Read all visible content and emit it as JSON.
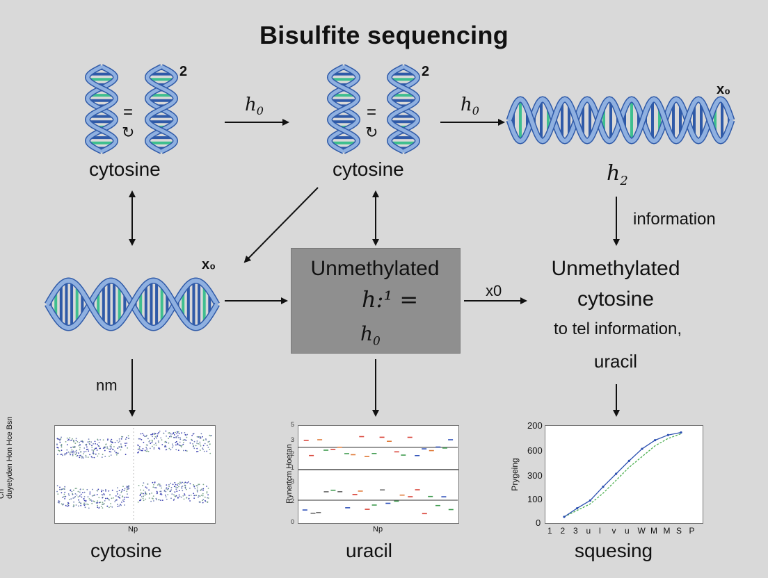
{
  "title": "Bisulfite sequencing",
  "top_left": {
    "label": "cytosine",
    "eq": "=",
    "sup": "2"
  },
  "top_mid": {
    "label": "cytosine",
    "eq": "=",
    "sup": "2"
  },
  "top_right": {
    "corner": "x₀",
    "below": "h",
    "below_sub": "2"
  },
  "arrows": {
    "a1": {
      "main": "h",
      "sub": "0"
    },
    "a2": {
      "main": "h",
      "sub": "0"
    },
    "a_mid_right": "x0",
    "a_right_down": "information",
    "a_left_down": "nm"
  },
  "mid_left": {
    "corner": "x₀"
  },
  "center_box": {
    "title": "Unmethylated",
    "line2": "h:¹ =",
    "line3_main": "h",
    "line3_sub": "0"
  },
  "right_text": {
    "line1": "Unmethylated",
    "line2": "cytosine",
    "line3": "to tel information,",
    "line4": "uracil"
  },
  "bottom": {
    "left_caption": "cytosine",
    "mid_caption": "uracil",
    "right_caption": "squesing"
  },
  "plot_left": {
    "ylabel": "Cn\nduyetyden Hon Hce Bsn",
    "xlabel": "Np"
  },
  "plot_mid": {
    "ylabel": "Rynertcm Hoetan",
    "xlabel": "Np",
    "top_yticks": [
      "5",
      "3",
      "2",
      "1"
    ],
    "bottom_yticks": [
      "3",
      "2",
      "0"
    ]
  },
  "chart_data": {
    "type": "line",
    "ylabel": "Prygeing",
    "xlabel": "",
    "x": [
      "1",
      "2",
      "3",
      "u",
      "l",
      "v",
      "u",
      "W",
      "M",
      "M",
      "S",
      "P"
    ],
    "yticks": [
      "200",
      "600",
      "300",
      "100",
      "0"
    ],
    "series": [
      {
        "values": [
          0,
          20,
          38,
          70,
          100,
          130,
          158,
          178,
          190,
          196
        ]
      },
      {
        "values": [
          0,
          15,
          30,
          55,
          85,
          115,
          140,
          165,
          182,
          193
        ]
      }
    ],
    "colors": {
      "s1": "#2b4fb0",
      "s2": "#4caf50"
    }
  },
  "colors": {
    "background": "#d9d9d9",
    "dna_light": "#8fb0e0",
    "dna_dark": "#2f5aa8",
    "rung_green": "#3fbf8f",
    "box_gray": "#8f8f8f"
  }
}
